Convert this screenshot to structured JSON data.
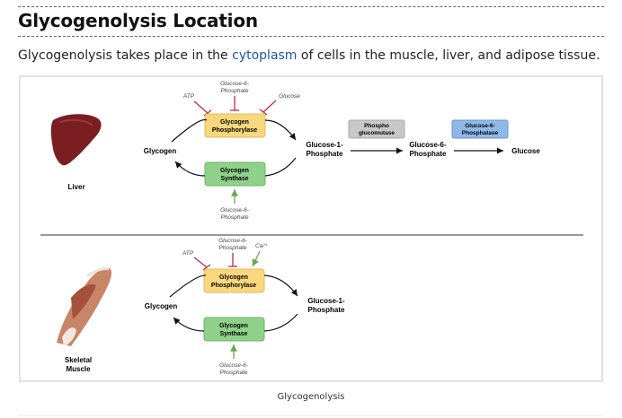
{
  "section": {
    "title": "Glycogenolysis Location",
    "paragraph_before": "Glycogenolysis takes place in the ",
    "paragraph_link": "cytoplasm",
    "paragraph_after": " of cells in the muscle, liver, and adipose tissue."
  },
  "figure": {
    "caption": "Glycogenolysis",
    "liver": {
      "organ_label": "Liver",
      "glycogen": "Glycogen",
      "enzyme_top": [
        "Glycogen",
        "Phosphorylase"
      ],
      "enzyme_bottom": [
        "Glycogen",
        "Synthase"
      ],
      "inhibitors": {
        "atp": "ATP",
        "g6p": [
          "Glucose-6-",
          "Phosphate"
        ],
        "glucose": "Glucose"
      },
      "activator_bottom": [
        "Glucose-6-",
        "Phosphate"
      ],
      "g1p": [
        "Glucose-1-",
        "Phosphate"
      ],
      "phosphoglucomutase": [
        "Phospho",
        "glucomutase"
      ],
      "g6p_product": [
        "Glucose-6-",
        "Phosphate"
      ],
      "g6pase": [
        "Glucose-6-",
        "Phosphatase"
      ],
      "glucose_final": "Glucose"
    },
    "muscle": {
      "organ_label": [
        "Skeletal",
        "Muscle"
      ],
      "glycogen": "Glycogen",
      "enzyme_top": [
        "Glycogen",
        "Phosphorylase"
      ],
      "enzyme_bottom": [
        "Glycogen",
        "Synthase"
      ],
      "inhibitors": {
        "atp": "ATP",
        "g6p": [
          "Glucose-6-",
          "Phosphate"
        ]
      },
      "activator_top": "Ca²⁺",
      "activator_bottom": [
        "Glucose-6-",
        "Phosphate"
      ],
      "g1p": [
        "Glucose-1-",
        "Phosphate"
      ]
    },
    "colors": {
      "phosphorylase_fill": "#f9d77e",
      "synthase_fill": "#8fd18a",
      "mutase_fill": "#c8c8c8",
      "phosphatase_fill": "#8fb8e8",
      "inhibit": "#b0304a",
      "activate": "#6aa84f",
      "liver": "#7a1e22"
    }
  }
}
